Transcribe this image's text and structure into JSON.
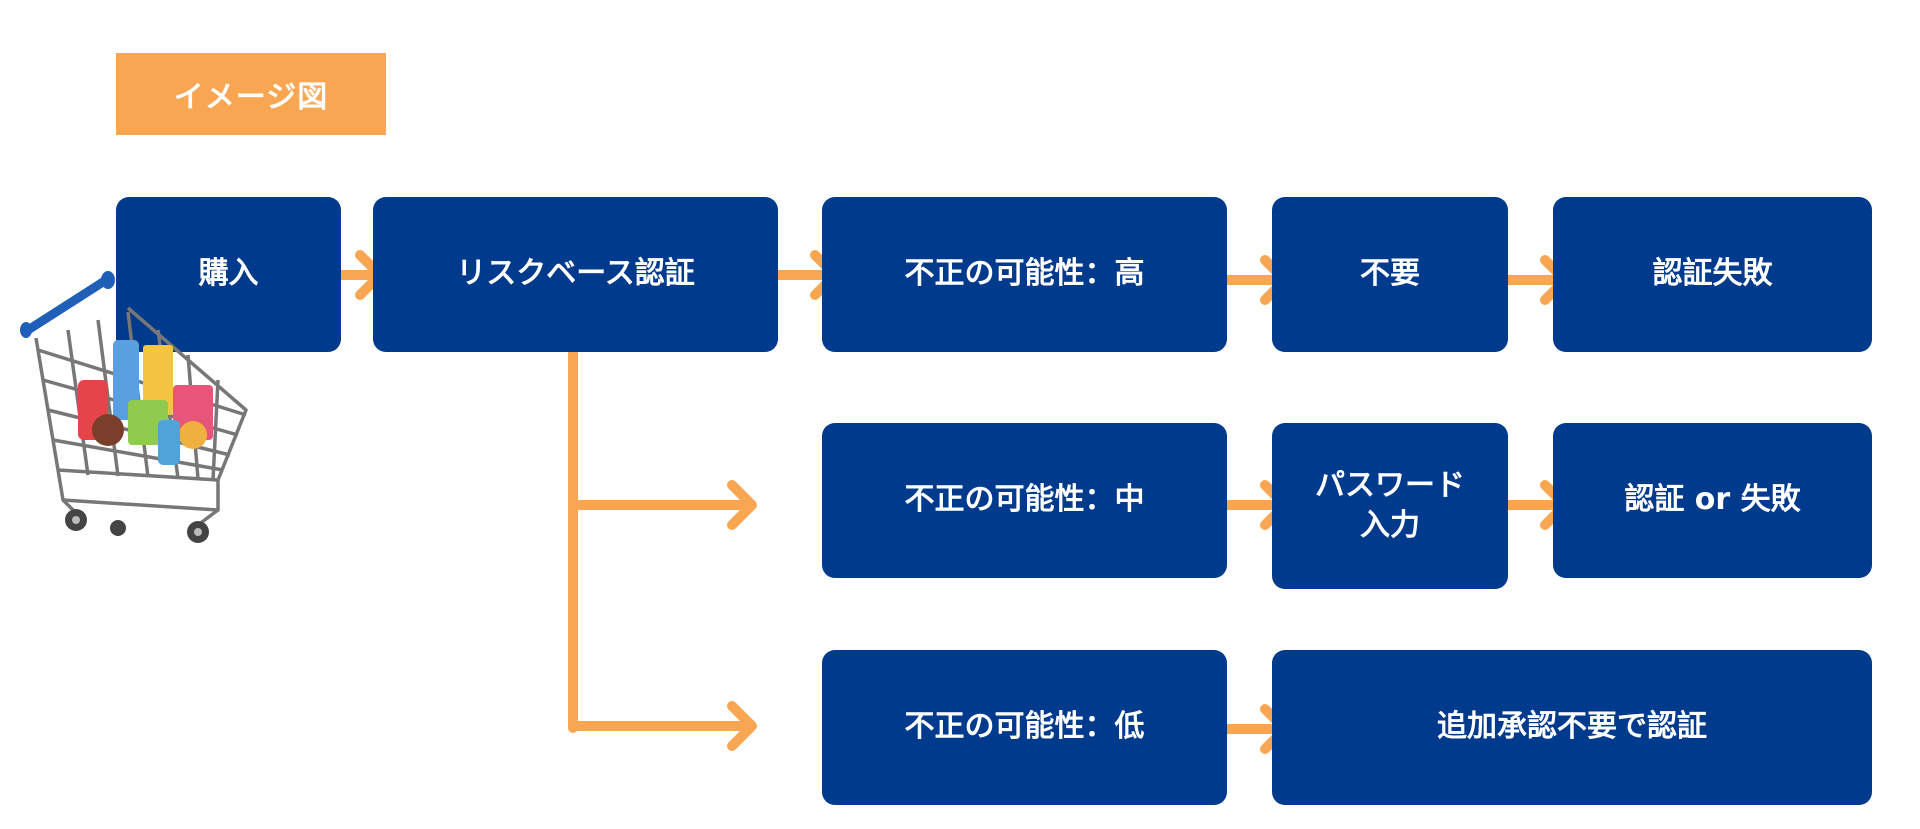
{
  "header": {
    "tag_label": "イメージ図"
  },
  "nodes": {
    "purchase": "購入",
    "risk_based_auth": "リスクベース認証",
    "fraud_high": "不正の可能性：高",
    "fraud_mid": "不正の可能性：中",
    "fraud_low": "不正の可能性：低",
    "not_needed": "不要",
    "password_input": "パスワード\n入力",
    "auth_failed": "認証失敗",
    "auth_or_fail": "認証 or 失敗",
    "auth_no_extra": "追加承認不要で認証"
  },
  "colors": {
    "node_fill": "#003A8C",
    "accent_orange": "#F9A652",
    "text": "#FFFFFF"
  },
  "icons": {
    "cart": "shopping-cart-icon"
  }
}
